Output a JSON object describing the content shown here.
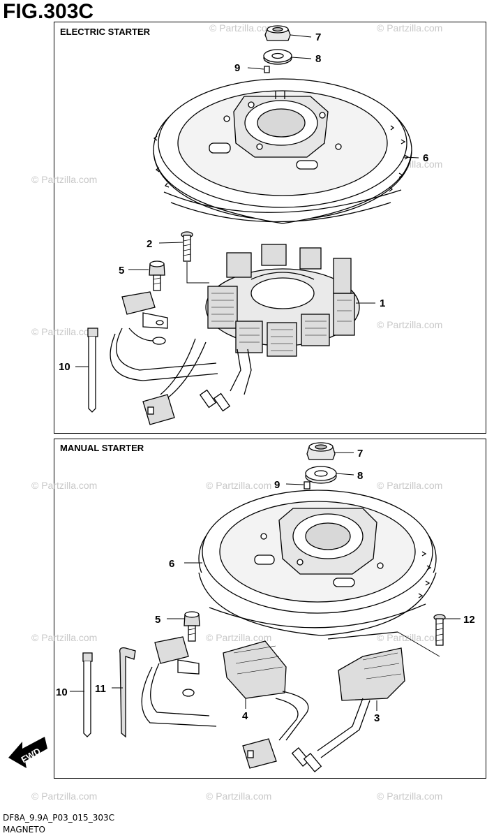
{
  "figure": {
    "title": "FIG.303C",
    "code": "DF8A_9.9A_P03_015_303C",
    "name": "MAGNETO"
  },
  "watermark": "© Partzilla.com",
  "fwd_label": "FWD",
  "panels": [
    {
      "label": "ELECTRIC STARTER",
      "callouts": [
        "7",
        "8",
        "9",
        "6",
        "2",
        "5",
        "1",
        "10"
      ]
    },
    {
      "label": "MANUAL STARTER",
      "callouts": [
        "7",
        "8",
        "9",
        "6",
        "5",
        "12",
        "10",
        "11",
        "4",
        "3"
      ]
    }
  ]
}
